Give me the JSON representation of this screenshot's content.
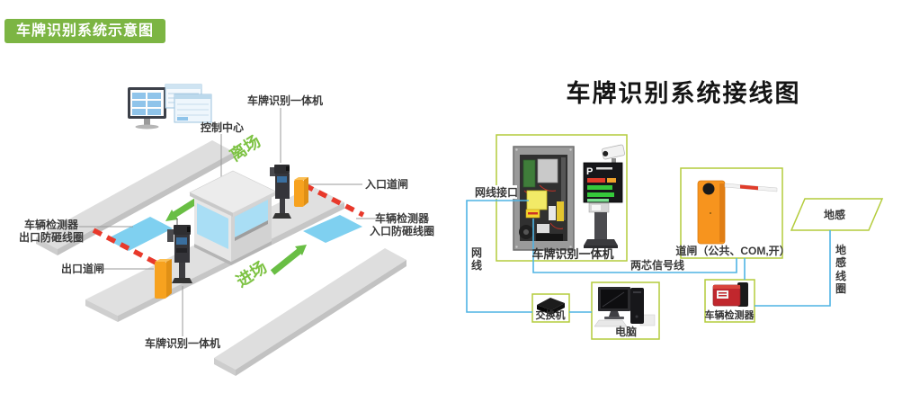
{
  "left": {
    "badge": "车牌识别系统示意图",
    "labels": {
      "control_center": "控制中心",
      "lpr_top": "车牌识别一体机",
      "entry_gate": "入口道闸",
      "entry_detector_1": "车辆检测器",
      "entry_detector_2": "入口防砸线圈",
      "exit_detector_1": "车辆检测器",
      "exit_detector_2": "出口防砸线圈",
      "exit_gate": "出口道闸",
      "lpr_bottom": "车牌识别一体机",
      "leave": "离场",
      "enter": "进场"
    }
  },
  "right": {
    "title": "车牌识别系统接线图",
    "display_p": "P",
    "boxes": {
      "lpr": "车牌识别一体机",
      "gate": "道闸（公共、COM,开）",
      "switch": "交换机",
      "computer": "电脑",
      "detector": "车辆检测器",
      "ground": "地感"
    },
    "wires": {
      "net_port": "网线接口",
      "net_cable": "网线",
      "signal": "两芯信号线",
      "ground_coil": "地感线圈"
    }
  },
  "colors": {
    "badge_green": "#7cb543",
    "arrow_green": "#69be44",
    "label_green": "#7dc243",
    "box_border_green": "#b4cc3c",
    "wire_blue": "#4fb4e4",
    "coil_blue": "#7fd0f0",
    "barrier_orange": "#f7a21f",
    "gate_orange": "#f7941e",
    "arm_red": "#e8392b",
    "detector_red": "#c1272d"
  }
}
